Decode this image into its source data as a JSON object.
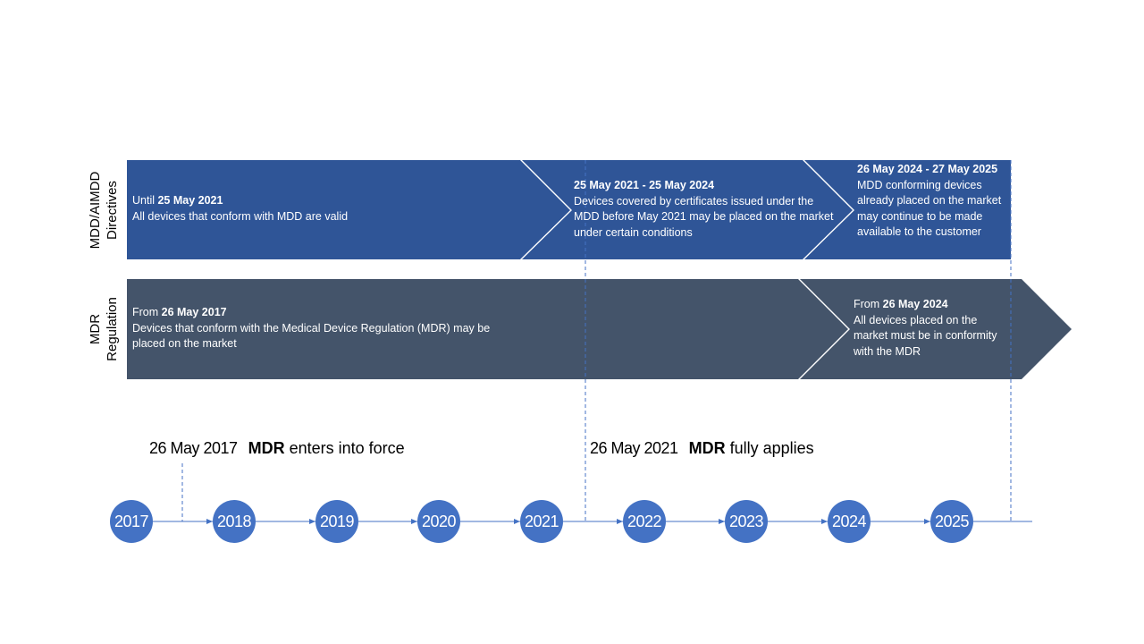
{
  "rows": {
    "mdd": {
      "line1": "MDD/AIMDD",
      "line2": "Directives"
    },
    "mdr": {
      "line1": "MDR",
      "line2": "Regulation"
    }
  },
  "mdd_boxes": [
    {
      "prefix": "Until ",
      "date": "25 May 2021",
      "text": "All devices that conform  with MDD are valid"
    },
    {
      "prefix": "",
      "date": "25 May 2021 - 25 May 2024",
      "text": "Devices covered by certificates issued under the MDD before May 2021 may be placed on the market  under certain conditions"
    },
    {
      "prefix": "",
      "date": "26 May 2024 - 27 May 2025",
      "text": "MDD conforming  devices already placed on  the market  may continue to be made available to the customer"
    }
  ],
  "mdr_boxes": [
    {
      "prefix": "From ",
      "date": "26 May  2017",
      "text": "Devices that conform  with the  Medical Device Regulation (MDR)  may be placed on the market"
    },
    {
      "prefix": "From ",
      "date": "26 May  2024",
      "text": "All devices placed on the market  must be in conformity  with the MDR"
    }
  ],
  "milestones": [
    {
      "date": "26 May 2017",
      "bold": "MDR",
      "text": " enters  into force"
    },
    {
      "date": "26 May 2021",
      "bold": "MDR",
      "text": " fully applies"
    }
  ],
  "timeline": {
    "years": [
      "2017",
      "2018",
      "2019",
      "2020",
      "2021",
      "2022",
      "2023",
      "2024",
      "2025"
    ]
  },
  "colors": {
    "mdd_band": "#2f5597",
    "mdr_band": "#44546a",
    "year_circle": "#4472c4",
    "timeline_line": "#4472c4"
  }
}
